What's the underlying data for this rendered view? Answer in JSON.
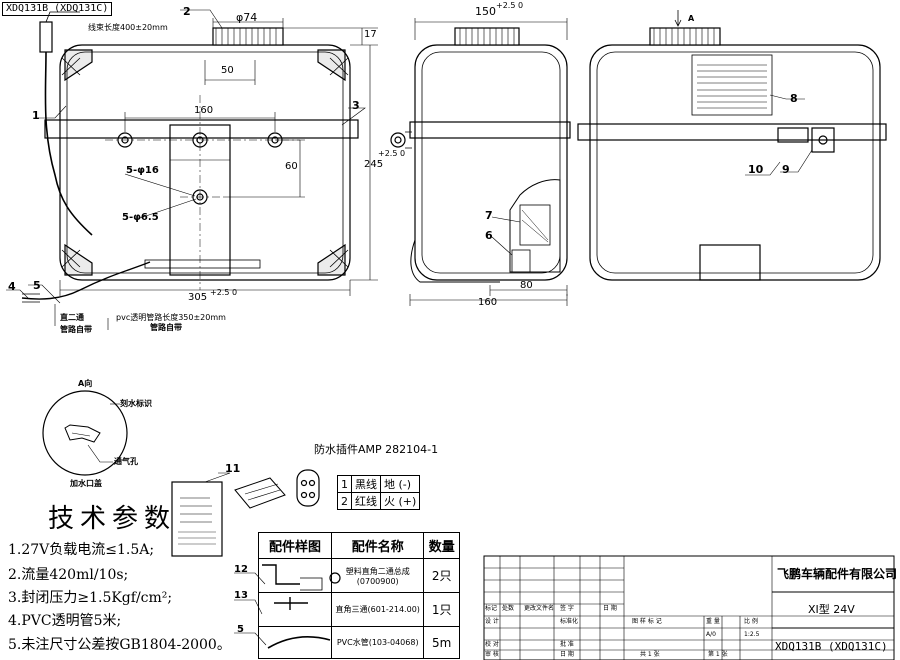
{
  "title_block": {
    "top_left_code": "XDQ131B (XDQ131C)",
    "company": "飞鹏车辆配件有限公司",
    "model": "XI型 24V",
    "drawing_no": "XDQ131B (XDQ131C)",
    "scale_label": "1:2.5",
    "stage": "A/0",
    "sheet_total": "共 1 张",
    "sheet_no": "第 1 张",
    "header_cells": [
      "标记",
      "处数",
      "更改文件名",
      "签 字",
      "日 期"
    ],
    "role_cells": [
      "设 计",
      "标准化",
      "校 对",
      "批 准",
      "审 核",
      "日 期"
    ],
    "mid_cells": [
      "图 样 标 记",
      "重 量",
      "比 例"
    ]
  },
  "dimensions": {
    "cap_dia": "φ74",
    "width_150": "150",
    "width_150_tol": "+2.5 0",
    "top_17": "17",
    "dim_50": "50",
    "dim_160": "160",
    "dim_60": "60",
    "height_245": "245",
    "height_245_tol": "+2.5 0",
    "width_305": "305",
    "width_305_tol": "+2.5 0",
    "dim_80": "80",
    "bottom_160": "160",
    "holes_16": "5-φ16",
    "holes_6_5": "5-φ6.5"
  },
  "callouts": [
    "1",
    "2",
    "3",
    "4",
    "5",
    "6",
    "7",
    "8",
    "9",
    "10",
    "11",
    "12",
    "13",
    "5"
  ],
  "notes": {
    "harness_length": "线束长度400±20mm",
    "pvc_length": "pvc透明管路长度350±20mm",
    "cable_tie_1": "直二通",
    "pipe_tie": "管路自带",
    "cable_tie_2": "管路自带",
    "view_a": "A向",
    "view_a_arrow": "A",
    "scale_mark": "刻水标识",
    "vent_hole": "通气孔",
    "filler_cap": "加水口盖"
  },
  "connector": {
    "title": "防水插件AMP 282104-1",
    "rows": [
      {
        "pin": "1",
        "wire": "黑线",
        "func": "地 (-)"
      },
      {
        "pin": "2",
        "wire": "红线",
        "func": "火 (+)"
      }
    ]
  },
  "specs": {
    "title": "技术参数",
    "lines": [
      "1.27V负载电流≤1.5A;",
      "2.流量420ml/10s;",
      "3.封闭压力≥1.5Kgf/cm²;",
      "4.PVC透明管5米;",
      "5.未注尺寸公差按GB1804-2000。"
    ]
  },
  "parts_table": {
    "headers": [
      "配件样图",
      "配件名称",
      "数量"
    ],
    "rows": [
      {
        "callout": "12",
        "name": "塑料直角二通总成",
        "code": "(0700900)",
        "qty": "2只"
      },
      {
        "callout": "13",
        "name": "直角三通(601-214.00)",
        "code": "",
        "qty": "1只"
      },
      {
        "callout": "5",
        "name": "PVC水管(103-04068)",
        "code": "",
        "qty": "5m"
      }
    ]
  }
}
